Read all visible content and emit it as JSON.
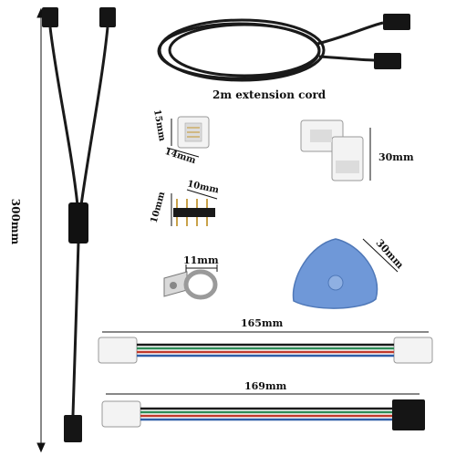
{
  "labels": {
    "height_total": "300mm",
    "extension_cord": "2m extension cord",
    "clip_w": "15mm",
    "clip_h": "14mm",
    "l_conn": "30mm",
    "pin_w": "10mm",
    "pin_h": "10mm",
    "bracket": "11mm",
    "pick": "30mm",
    "cable1": "165mm",
    "cable2": "169mm"
  },
  "colors": {
    "cable": "#1a1a1a",
    "pick": "#6f98d8",
    "wire_red": "#c0392b",
    "wire_green": "#2e8b57",
    "wire_blue": "#2f5fa8",
    "wire_black": "#1a1a1a"
  }
}
